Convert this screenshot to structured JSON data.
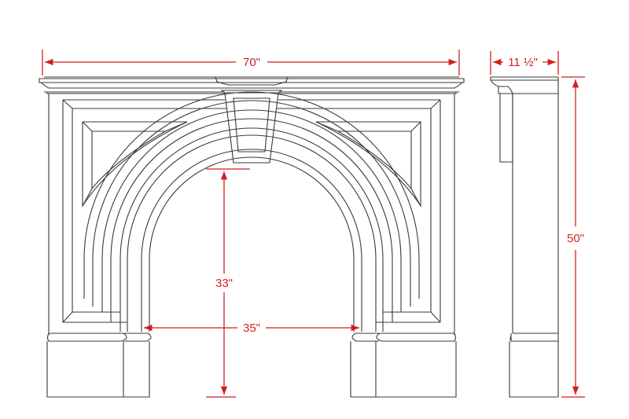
{
  "dimensions": {
    "overall_width": "70\"",
    "side_depth": "11 ½\"",
    "overall_height": "50\"",
    "opening_height": "33\"",
    "opening_width": "35\""
  },
  "colors": {
    "dimension": "#d21f1f",
    "outline": "#3a3a3a",
    "background": "#ffffff"
  }
}
